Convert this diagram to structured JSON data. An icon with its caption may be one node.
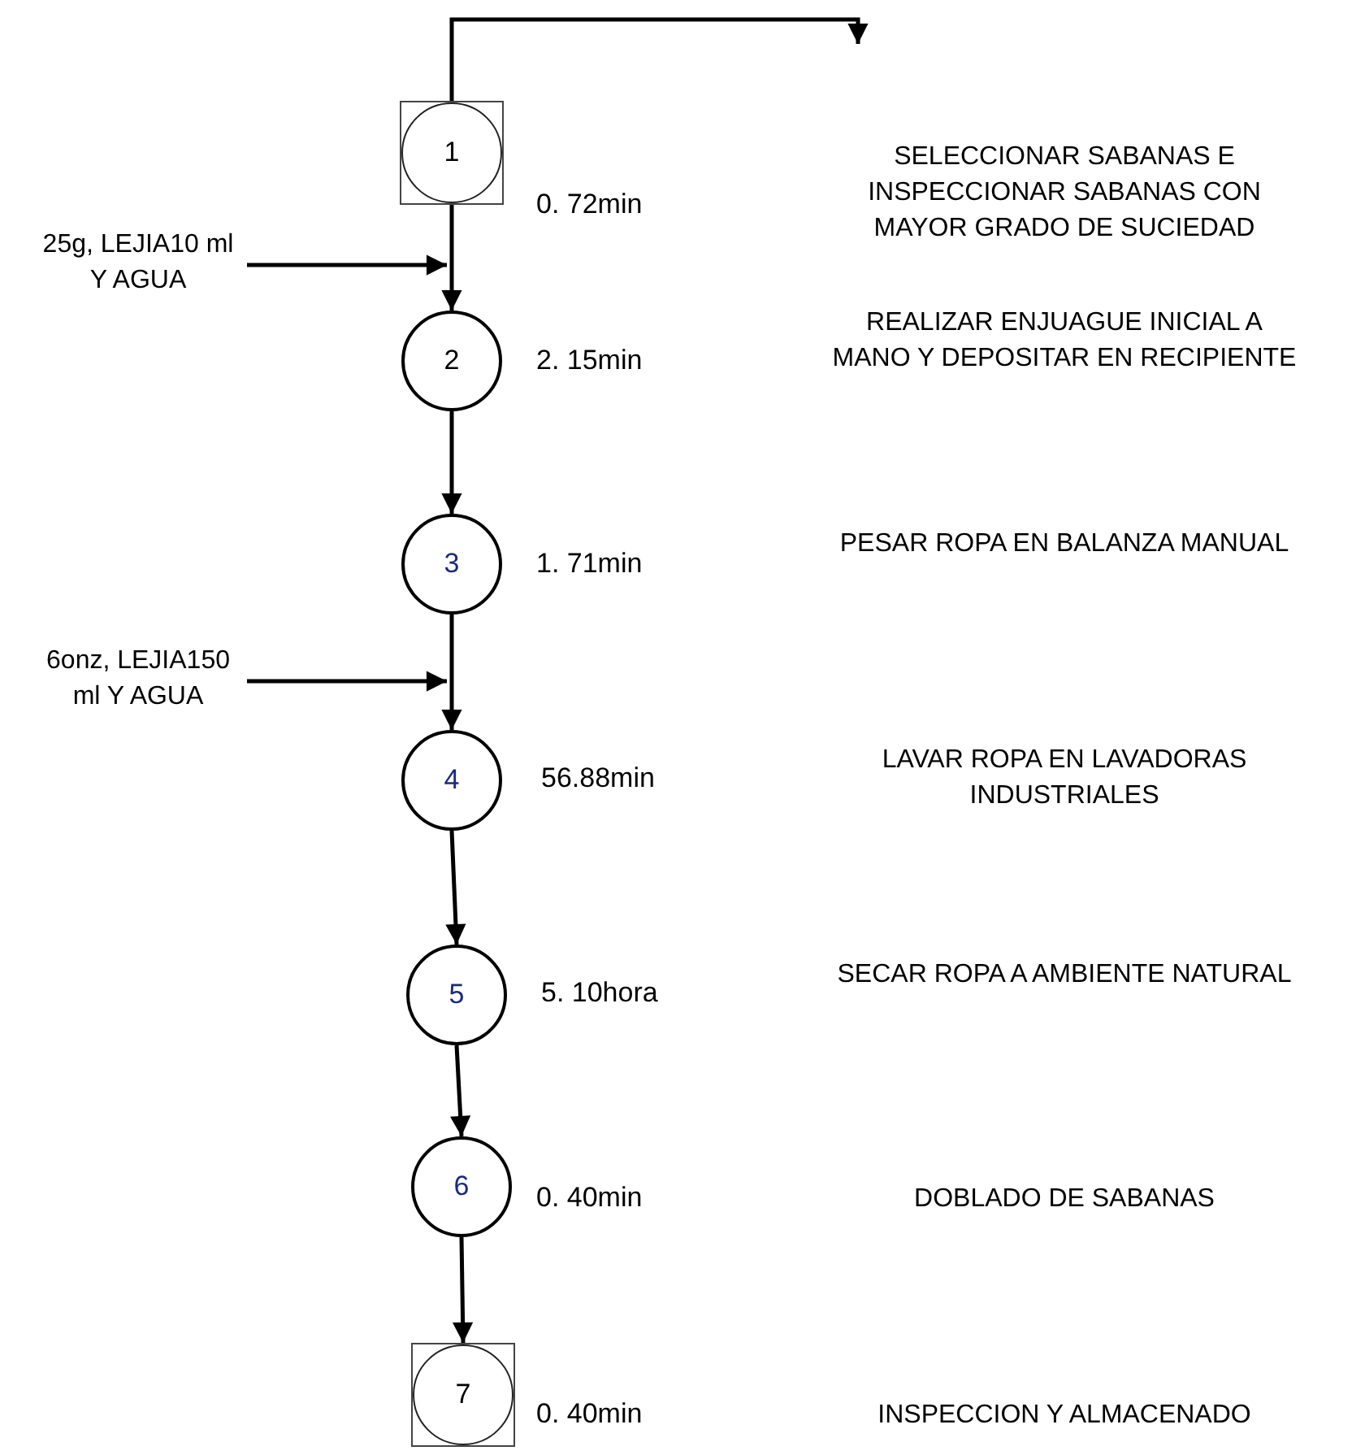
{
  "diagram": {
    "nodes": [
      {
        "text": [
          "1"
        ],
        "beside": [
          "0. 72min"
        ]
      },
      {
        "text": [
          "2"
        ],
        "beside": [
          "2. 15min"
        ]
      },
      {
        "text": [
          "3"
        ],
        "beside": [
          "1. 71min"
        ]
      },
      {
        "text": [
          "4"
        ],
        "beside": [
          "56.88min"
        ]
      },
      {
        "text": [
          "5"
        ],
        "beside": [
          "5. 10hora"
        ]
      },
      {
        "text": [
          "6"
        ],
        "beside": [
          "0. 40min"
        ]
      },
      {
        "text": [
          "7"
        ],
        "beside": [
          "0. 40min"
        ]
      },
      {
        "text": [
          "25g, LEJIA10 ml Y AGUA"
        ]
      },
      {
        "text": [
          "6onz, LEJIA150 ml Y AGUA"
        ]
      }
    ],
    "edges": [
      {
        "from": 0,
        "to": 1,
        "arrow": "to"
      },
      {
        "from": 1,
        "to": 2,
        "arrow": "to"
      },
      {
        "from": 2,
        "to": 3,
        "arrow": "to"
      },
      {
        "from": 3,
        "to": 4,
        "arrow": "to"
      },
      {
        "from": 4,
        "to": 5,
        "arrow": "to"
      },
      {
        "from": 5,
        "to": 6,
        "arrow": "to"
      },
      {
        "from": 7,
        "to": 1,
        "arrow": "to"
      },
      {
        "from": 8,
        "to": 3,
        "arrow": "to"
      },
      {
        "from": 0,
        "to": null,
        "arrow": "to"
      }
    ],
    "labels": [
      "SELECCIONAR SABANAS E INSPECCIONAR SABANAS CON MAYOR GRADO DE SUCIEDAD",
      "REALIZAR ENJUAGUE INICIAL A MANO Y DEPOSITAR EN RECIPIENTE",
      "PESAR ROPA EN BALANZA MANUAL",
      "LAVAR ROPA EN LAVADORAS INDUSTRIALES",
      "SECAR ROPA A AMBIENTE NATURAL",
      "DOBLADO DE SABANAS",
      "INSPECCION Y ALMACENADO"
    ]
  }
}
